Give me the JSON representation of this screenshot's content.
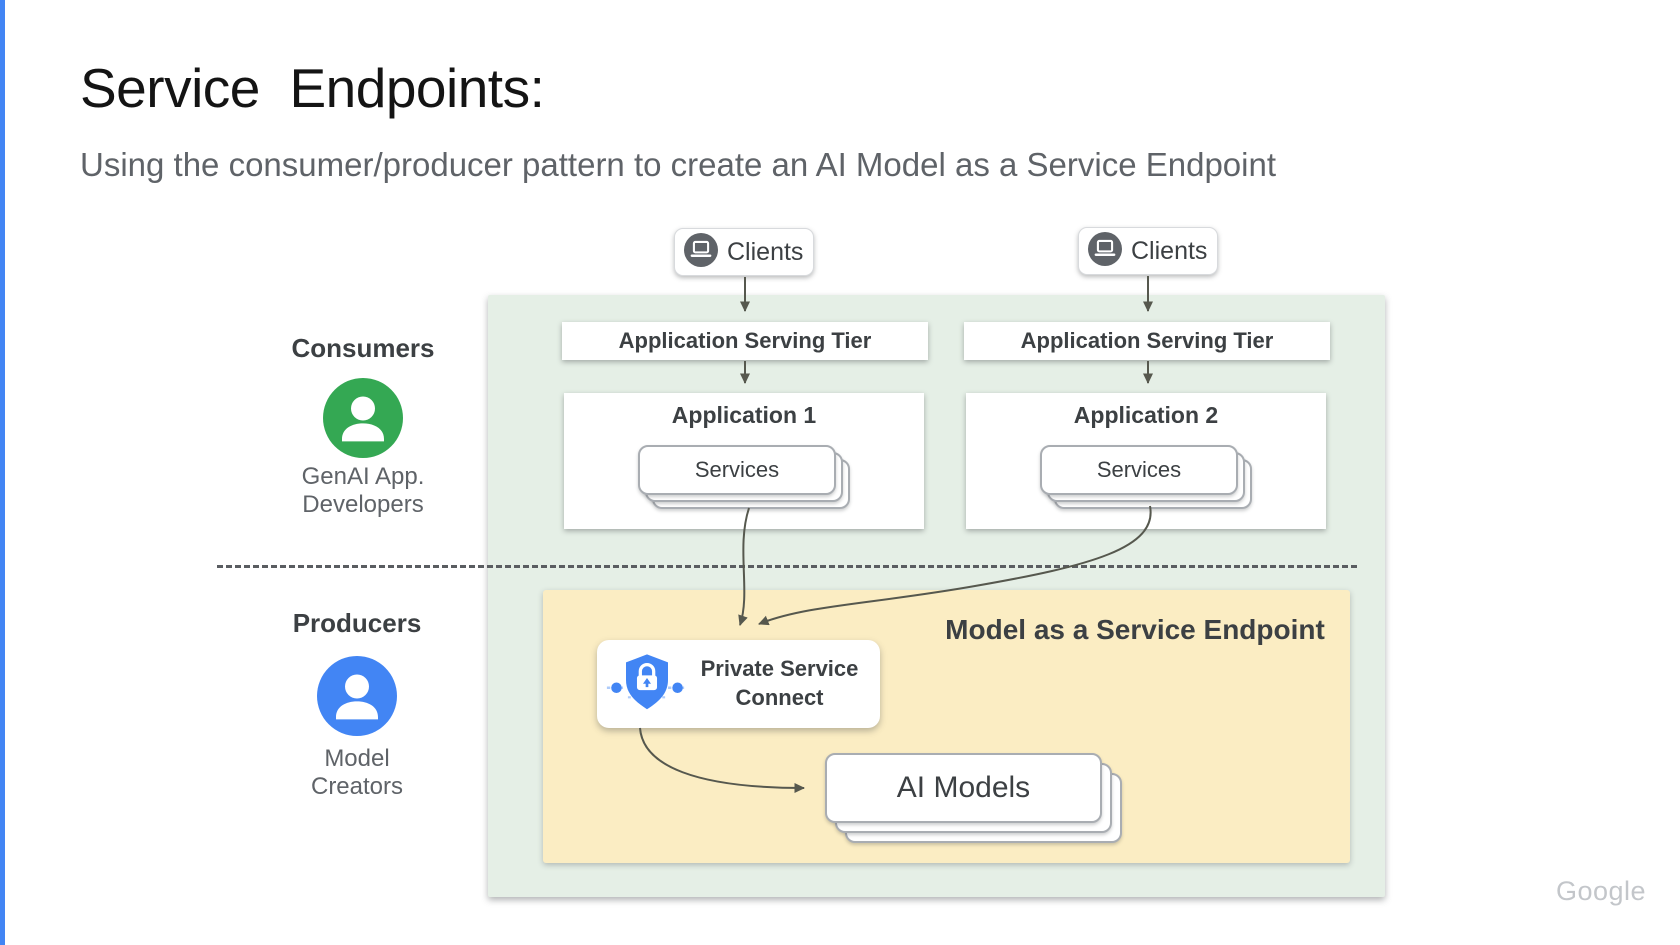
{
  "slide": {
    "title": "Service  Endpoints:",
    "subtitle": "Using the consumer/producer pattern to create an AI Model as a Service Endpoint",
    "brand": "Google"
  },
  "consumers": {
    "heading": "Consumers",
    "caption": "GenAI App. Developers"
  },
  "producers": {
    "heading": "Producers",
    "caption": "Model Creators"
  },
  "diagram": {
    "left": {
      "clients": "Clients",
      "serving_tier": "Application Serving Tier",
      "app_title": "Application 1",
      "services": "Services"
    },
    "right": {
      "clients": "Clients",
      "serving_tier": "Application Serving Tier",
      "app_title": "Application 2",
      "services": "Services"
    },
    "endpoint": {
      "title": "Model as a Service Endpoint",
      "psc": "Private Service Connect",
      "models": "AI Models"
    }
  },
  "colors": {
    "accent_blue": "#4285f4",
    "consumer_green": "#34a853",
    "producer_blue": "#4285f4",
    "consumer_zone_bg": "#e5efe6",
    "endpoint_zone_bg": "#fbedc3",
    "text_dark": "#3c4043",
    "text_gray": "#5f6368",
    "arrow": "#56584e",
    "client_badge": "#5f6368"
  }
}
